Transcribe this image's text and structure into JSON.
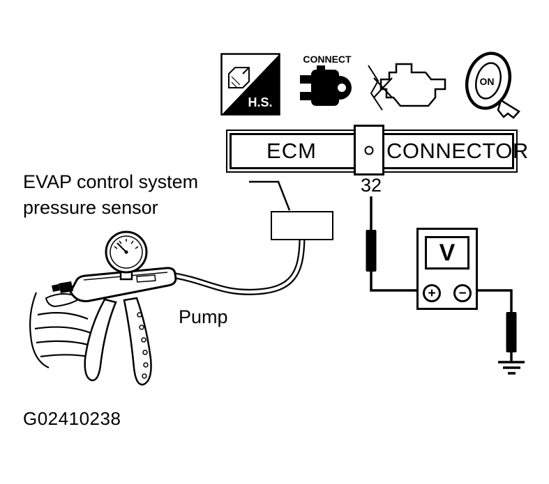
{
  "header_icons": {
    "hand_held_tester": "H.S.",
    "connect": "CONNECT",
    "ignition_on": "ON"
  },
  "ecm_connector_box": {
    "left_label": "ECM",
    "right_label": "CONNECTOR"
  },
  "circuit": {
    "terminal_number": "32",
    "voltmeter_symbol": "V",
    "positive_terminal": "+",
    "negative_terminal": "−"
  },
  "evap_callout": {
    "line1": "EVAP control system",
    "line2": "pressure sensor"
  },
  "pump_label": "Pump",
  "figure_id": "G02410238",
  "colors": {
    "ink": "#000000",
    "paper": "#ffffff"
  }
}
